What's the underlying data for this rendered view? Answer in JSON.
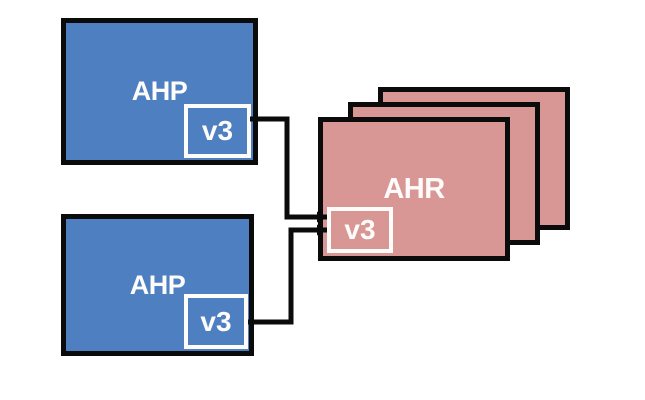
{
  "diagram": {
    "nodes": {
      "ahp_top": {
        "label": "AHP",
        "version": "v3"
      },
      "ahp_bottom": {
        "label": "AHP",
        "version": "v3"
      },
      "ahr": {
        "label": "AHR",
        "version": "v3",
        "stack_count": 3
      }
    },
    "connections": [
      {
        "from": "ahp_top.v3",
        "to": "ahr.v3"
      },
      {
        "from": "ahp_bottom.v3",
        "to": "ahr.v3"
      }
    ],
    "colors": {
      "ahp_fill": "#4d7fc1",
      "ahr_fill": "#d89695",
      "stroke": "#0b0b0b",
      "text": "#fdfcfb",
      "background": "#ffffff"
    }
  }
}
